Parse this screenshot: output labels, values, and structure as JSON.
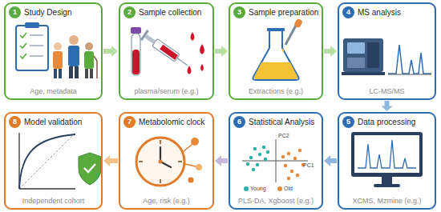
{
  "diagram": {
    "nodes": [
      {
        "text": [
          "1",
          "Study Design",
          "Age, metadata"
        ]
      },
      {
        "text": [
          "2",
          "Sample collection",
          "plasma/serum (e.g.)"
        ]
      },
      {
        "text": [
          "3",
          "Sample preparation",
          "Extractions (e.g.)"
        ]
      },
      {
        "text": [
          "4",
          "MS analysis",
          "LC-MS/MS"
        ]
      },
      {
        "text": [
          "5",
          "Data processing",
          "XCMS, Mzmine (e.g.)"
        ]
      },
      {
        "text": [
          "6",
          "Statistical Analysis",
          "PLS-DA, Xgboost (e.g.)"
        ]
      },
      {
        "text": [
          "7",
          "Metabolomic clock",
          "Age, risk (e.g.)"
        ]
      },
      {
        "text": [
          "8",
          "Model validation",
          "Independent cohort"
        ]
      }
    ],
    "edges": [
      {
        "from": 0,
        "to": 1,
        "arrow": "to"
      },
      {
        "from": 1,
        "to": 2,
        "arrow": "to"
      },
      {
        "from": 2,
        "to": 3,
        "arrow": "to"
      },
      {
        "from": 3,
        "to": 4,
        "arrow": "to"
      },
      {
        "from": 4,
        "to": 5,
        "arrow": "to"
      },
      {
        "from": 5,
        "to": 6,
        "arrow": "to"
      },
      {
        "from": 6,
        "to": 7,
        "arrow": "to"
      }
    ],
    "labels": [
      "PC2",
      "PC1"
    ],
    "legend": [
      {
        "text": "Young",
        "color": "#2bb3a3"
      },
      {
        "text": "Old",
        "color": "#e8893a"
      }
    ]
  }
}
